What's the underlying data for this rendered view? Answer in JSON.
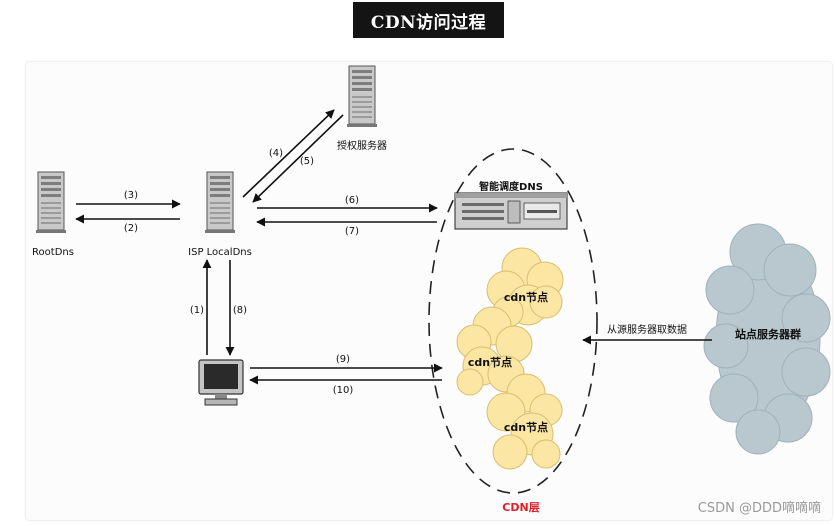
{
  "title": "CDN访问过程",
  "nodes": {
    "root_dns": "RootDns",
    "isp_local_dns": "ISP LocalDns",
    "auth_server": "授权服务器",
    "smart_dns": "智能调度DNS",
    "cdn_node_1": "cdn节点",
    "cdn_node_2": "cdn节点",
    "cdn_node_3": "cdn节点",
    "cdn_layer": "CDN层",
    "origin_group": "站点服务器群",
    "origin_fetch": "从源服务器取数据"
  },
  "steps": {
    "s1": "(1)",
    "s2": "(2)",
    "s3": "(3)",
    "s4": "(4)",
    "s5": "(5)",
    "s6": "(6)",
    "s7": "(7)",
    "s8": "(8)",
    "s9": "(9)",
    "s10": "(10)"
  },
  "watermark": "CSDN @DDD嘀嘀嘀",
  "colors": {
    "cloud_cdn": "#fbe6a4",
    "cloud_origin": "#b9c8ce",
    "cdn_layer_text": "#e0202a"
  }
}
